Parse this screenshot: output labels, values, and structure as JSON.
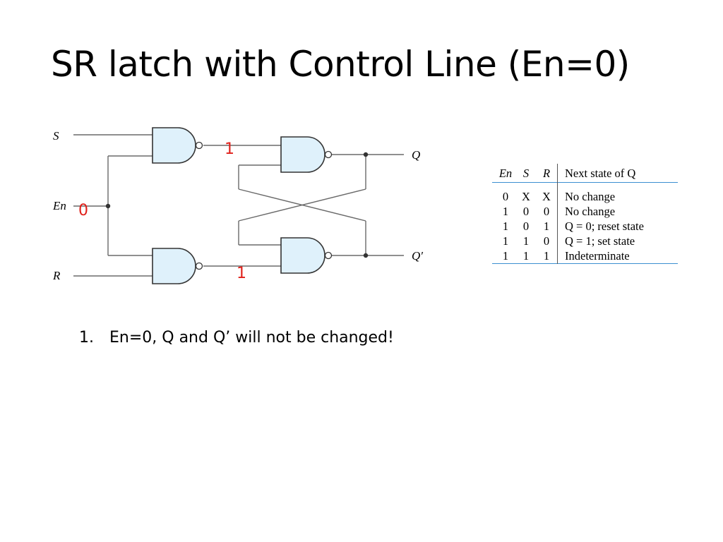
{
  "title": "SR latch with Control Line (En=0)",
  "diagram": {
    "inputs": {
      "s": "S",
      "en": "En",
      "r": "R"
    },
    "outputs": {
      "q": "Q",
      "q_bar": "Q′"
    },
    "values": {
      "en": "0",
      "top_gate_out": "1",
      "bottom_gate_out": "1"
    }
  },
  "truth_table": {
    "headers": [
      "En",
      "S",
      "R",
      "Next state of Q"
    ],
    "rows": [
      [
        "0",
        "X",
        "X",
        "No change"
      ],
      [
        "1",
        "0",
        "0",
        "No change"
      ],
      [
        "1",
        "0",
        "1",
        "Q = 0; reset state"
      ],
      [
        "1",
        "1",
        "0",
        "Q = 1; set state"
      ],
      [
        "1",
        "1",
        "1",
        "Indeterminate"
      ]
    ]
  },
  "notes": [
    {
      "number": "1.",
      "text": "En=0, Q and Q’ will not be changed!"
    }
  ],
  "colors": {
    "annotation": "#e0201a",
    "gate_fill": "#dff1fb",
    "table_rule": "#3b8fd1"
  }
}
